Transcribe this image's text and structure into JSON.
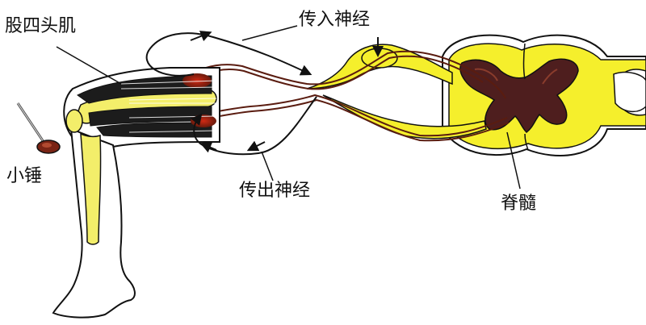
{
  "labels": {
    "quadriceps": "股四头肌",
    "hammer": "小锤",
    "afferent_nerve": "传入神经",
    "efferent_nerve": "传出神经",
    "spinal_cord": "脊髓"
  },
  "colors": {
    "cord_yellow": "#f5ef2c",
    "bone_yellow": "#f3ee6a",
    "gray_matter": "#4e1e1e",
    "muscle_dark": "#1c1c1c",
    "nerve_dark": "#5a1c10",
    "outline": "#111111"
  }
}
